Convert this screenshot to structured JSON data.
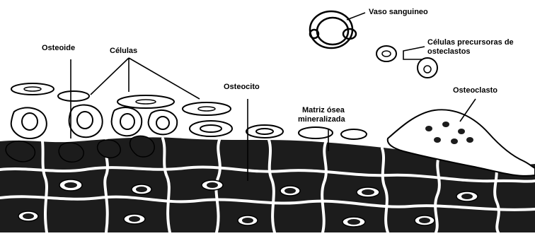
{
  "labels": {
    "vaso": "Vaso sanguineo",
    "precursoras_line1": "Células precursoras de",
    "precursoras_line2": "osteclastos",
    "osteoide": "Osteoide",
    "celulas": "Células",
    "osteocito": "Osteocito",
    "osteoclasto": "Osteoclasto",
    "matriz_line1": "Matriz ósea",
    "matriz_line2": "mineralizada"
  },
  "colors": {
    "ink": "#000000",
    "fill_dark": "#1c1c1c",
    "paper": "#ffffff"
  }
}
